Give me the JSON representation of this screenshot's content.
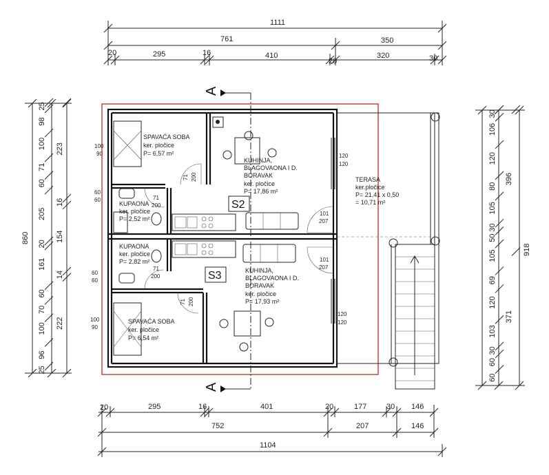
{
  "dimensions": {
    "top": {
      "total": "1111",
      "seg_left": "761",
      "seg_right": "350",
      "d1": "20",
      "d2": "295",
      "d3": "16",
      "d4": "410",
      "d5": "20",
      "d6": "320",
      "d7": "30"
    },
    "bottom": {
      "d1": "20",
      "d2": "295",
      "d3": "16",
      "d4": "401",
      "d5": "20",
      "d6": "177",
      "d7": "30",
      "d8": "146",
      "seg_left": "752",
      "seg_mid": "207",
      "seg_right": "146",
      "total": "1104"
    },
    "left": {
      "total": "860",
      "outer": [
        "25",
        "98",
        "100",
        "71",
        "60",
        "205",
        "20",
        "161",
        "60",
        "70",
        "100",
        "96",
        "25"
      ],
      "inner": [
        "223",
        "16",
        "154",
        "14",
        "222"
      ]
    },
    "right": {
      "total": "918",
      "outer": [
        "30",
        "106",
        "120",
        "80",
        "105",
        "30",
        "50",
        "105",
        "69",
        "120",
        "103",
        "30",
        "60",
        "60"
      ],
      "inner": [
        "396",
        "371"
      ]
    }
  },
  "rooms": {
    "s2_bedroom": {
      "name": "SPAVAĆA SOBA",
      "finish": "ker. pločice",
      "area": "P= 6,57 m²"
    },
    "s2_kitchen": {
      "line1": "KUHINJA,",
      "line2": "BLAGOVAONA I D.",
      "line3": "BORAVAK",
      "finish": "ker. pločice",
      "area": "P= 17,86 m²"
    },
    "s2_bath": {
      "name": "KUPAONA",
      "finish": "ker. pločice",
      "area": "P= 2,52 m²"
    },
    "s3_bath": {
      "name": "KUPAONA",
      "finish": "ker. pločice",
      "area": "P= 2,82 m²"
    },
    "s3_kitchen": {
      "line1": "KUHINJA,",
      "line2": "BLAGOVAONA I D.",
      "line3": "BORAVAK",
      "finish": "ker. pločice",
      "area": "P= 17,93 m²"
    },
    "s3_bedroom": {
      "name": "SPAVAĆA SOBA",
      "finish": "ker. pločice",
      "area": "P= 6,54 m²"
    },
    "terrace": {
      "name": "TERASA",
      "finish": "ker.pločice",
      "area_calc": "P= 21,41 x 0,50",
      "area_result": "= 10,71 m²"
    }
  },
  "unit_tags": {
    "s2": "S2",
    "s3": "S3"
  },
  "section_marks": {
    "top": "A",
    "bottom": "A"
  },
  "openings": {
    "win_bed_s2": [
      "100",
      "90"
    ],
    "win_bath_s2": [
      "60",
      "60"
    ],
    "win_bath_s3": [
      "60",
      "60"
    ],
    "win_bed_s3": [
      "100",
      "90"
    ],
    "door_bed_s2": [
      "71",
      "200"
    ],
    "door_bath_s2": [
      "71",
      "200"
    ],
    "door_bath_s3": [
      "71",
      "200"
    ],
    "door_bed_s3": [
      "71",
      "200"
    ],
    "door_terrace_s2": [
      "101",
      "207"
    ],
    "door_terrace_s3": [
      "101",
      "207"
    ],
    "win_terrace_top": [
      "120",
      "120"
    ],
    "win_terrace_bottom": [
      "120",
      "120"
    ]
  }
}
